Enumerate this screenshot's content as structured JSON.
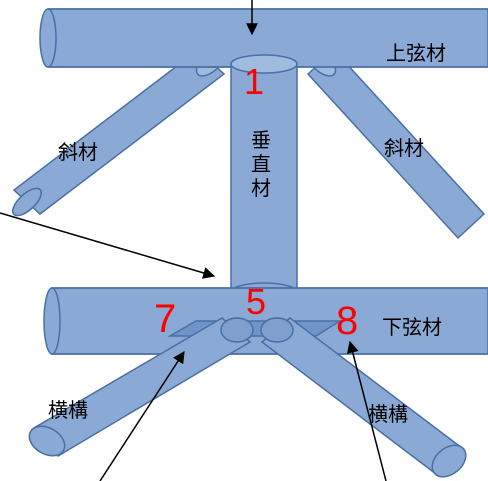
{
  "labels": {
    "upper_chord": "上弦材",
    "lower_chord": "下弦材",
    "diagonal_left": "斜材",
    "diagonal_right": "斜材",
    "vertical": [
      "垂",
      "直",
      "材"
    ],
    "lateral_left": "横構",
    "lateral_right": "横構"
  },
  "markers": {
    "top": "1",
    "bottom": "5",
    "left": "7",
    "right": "8"
  },
  "colors": {
    "member_fill": "#8aa9d4",
    "member_stroke": "#4a6fa5",
    "member_top": "#9fbbe0",
    "gusset": "#6f95c8",
    "marker": "#ff0000",
    "text": "#000000",
    "arrow": "#000000"
  }
}
